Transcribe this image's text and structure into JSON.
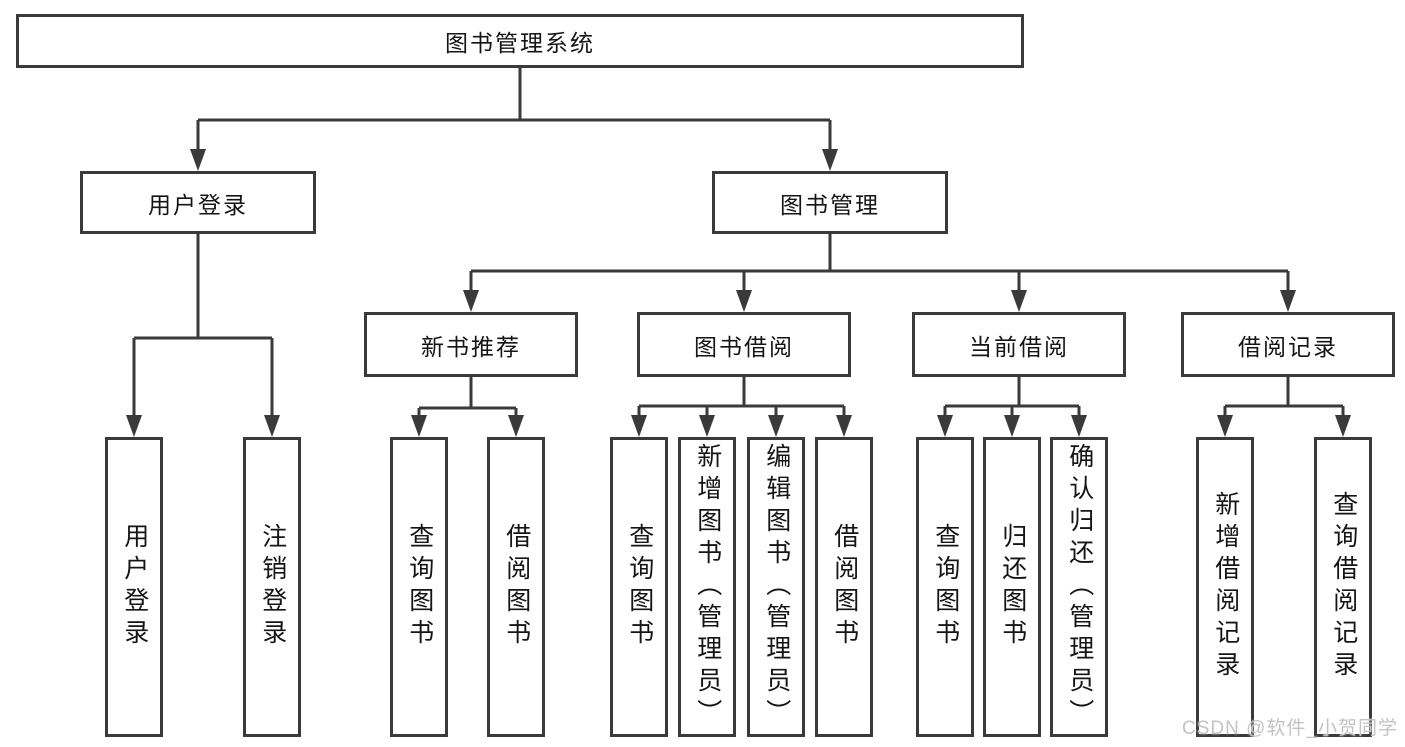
{
  "tree": {
    "label": "图书管理系统",
    "children": [
      {
        "label": "用户登录",
        "children": [
          {
            "label": "用户登录"
          },
          {
            "label": "注销登录"
          }
        ]
      },
      {
        "label": "图书管理",
        "children": [
          {
            "label": "新书推荐",
            "children": [
              {
                "label": "查询图书"
              },
              {
                "label": "借阅图书"
              }
            ]
          },
          {
            "label": "图书借阅",
            "children": [
              {
                "label": "查询图书"
              },
              {
                "label": "新增图书（管理员）"
              },
              {
                "label": "编辑图书（管理员）"
              },
              {
                "label": "借阅图书"
              }
            ]
          },
          {
            "label": "当前借阅",
            "children": [
              {
                "label": "查询图书"
              },
              {
                "label": "归还图书"
              },
              {
                "label": "确认归还（管理员）"
              }
            ]
          },
          {
            "label": "借阅记录",
            "children": [
              {
                "label": "新增借阅记录"
              },
              {
                "label": "查询借阅记录"
              }
            ]
          }
        ]
      }
    ]
  },
  "watermark": {
    "text": "CSDN @软件_小贺同学"
  },
  "colors": {
    "line": "#3a3a3a",
    "box_border": "#3a3a3a",
    "text": "#151515",
    "background": "#ffffff",
    "watermark": "#c3c3c3"
  }
}
